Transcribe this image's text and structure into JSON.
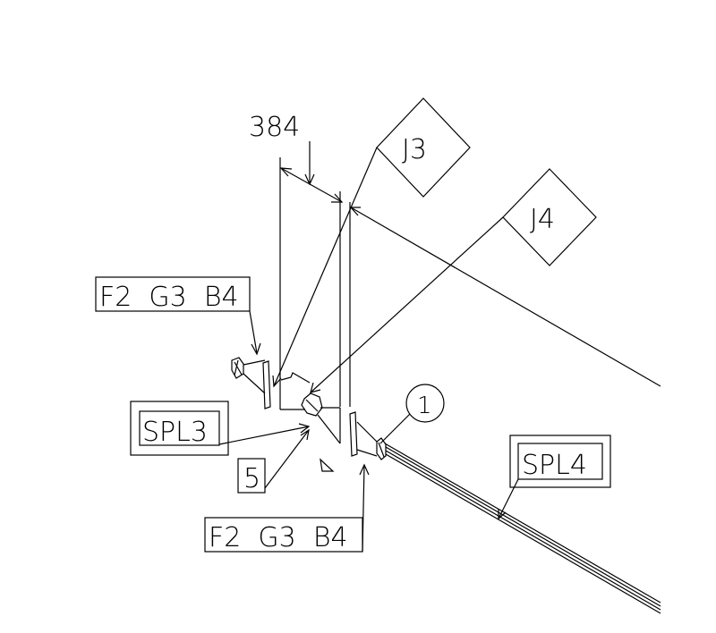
{
  "labels": {
    "dimension": "384",
    "tag_j3": "J3",
    "tag_j4": "J4",
    "callout_top": "F2  G3  B4",
    "callout_bottom": "F2  G3  B4",
    "spl3": "SPL3",
    "spl4": "SPL4",
    "item_5": "5",
    "balloon_1": "1"
  },
  "colors": {
    "ink": "#000000",
    "paper": "#ffffff"
  }
}
